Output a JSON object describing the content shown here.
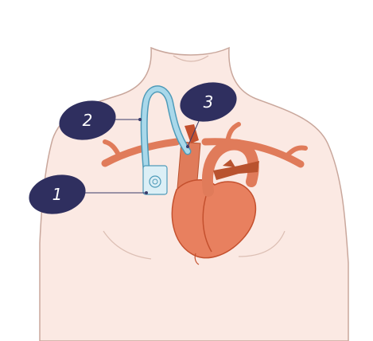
{
  "colors": {
    "background": "#ffffff",
    "skin": "#fbe9e3",
    "skin_outline": "#c9a79c",
    "heart": "#e8805f",
    "heart_dark": "#c4502e",
    "vessel": "#e07b5a",
    "vessel_dark": "#b9532f",
    "catheter": "#a9d8ea",
    "catheter_outline": "#4f9bb9",
    "port": "#dceff6",
    "callout": "#2f2f5f",
    "leader_line": "#3a3a6a",
    "callout_text": "#ffffff"
  },
  "callouts": [
    {
      "label": "1",
      "part": "port"
    },
    {
      "label": "2",
      "part": "catheter"
    },
    {
      "label": "3",
      "part": "vein"
    }
  ]
}
